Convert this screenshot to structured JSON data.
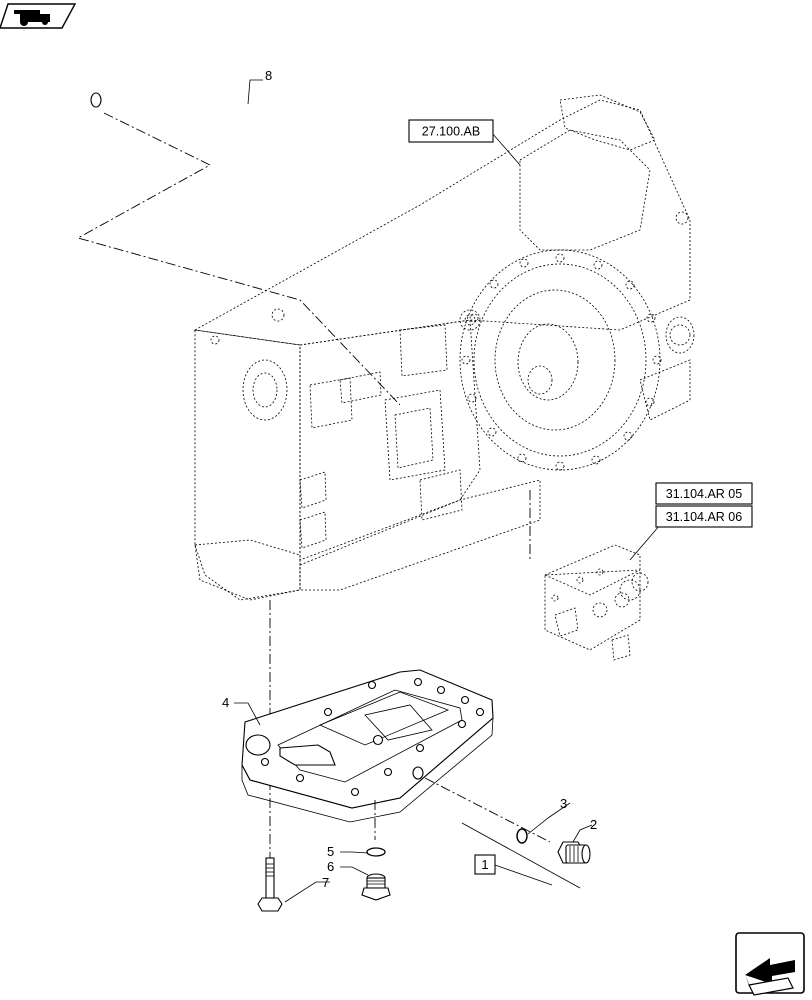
{
  "icons": {
    "top_left": "tractor-section-icon",
    "bottom_right": "next-page-arrow-icon"
  },
  "references": {
    "ref_27_100_ab": "27.100.AB",
    "ref_31_104_ar_05": "31.104.AR 05",
    "ref_31_104_ar_06": "31.104.AR 06"
  },
  "callouts": {
    "c1": "1",
    "c2": "2",
    "c3": "3",
    "c4": "4",
    "c5": "5",
    "c6": "6",
    "c7": "7",
    "c8": "8"
  }
}
